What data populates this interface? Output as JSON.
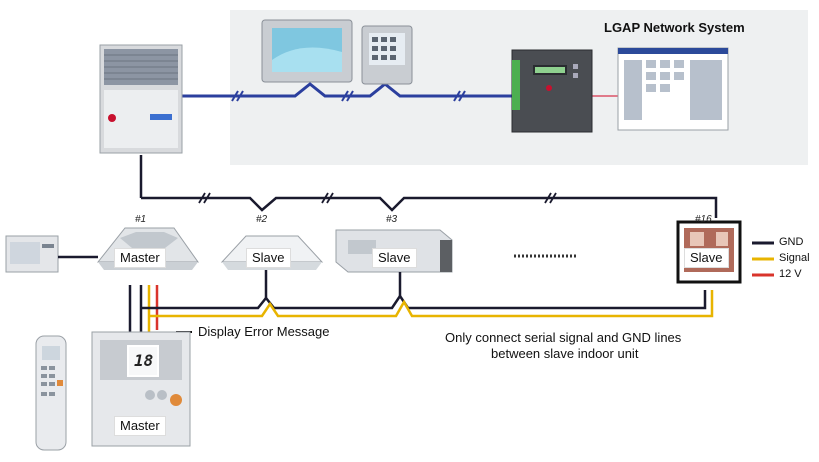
{
  "network": {
    "title": "LGAP Network System"
  },
  "units": {
    "unit1": {
      "number": "#1",
      "label": "Master"
    },
    "unit2": {
      "number": "#2",
      "label": "Slave"
    },
    "unit3": {
      "number": "#3",
      "label": "Slave"
    },
    "unit16": {
      "number": "#16",
      "label": "Slave"
    }
  },
  "controller": {
    "label": "Master",
    "display_digits": "18"
  },
  "annotations": {
    "display_error": "Display Error Message",
    "serial_note_line1": "Only connect serial signal and GND lines",
    "serial_note_line2": "between slave indoor unit"
  },
  "legend": [
    {
      "label": "GND",
      "color": "#1a1a2e"
    },
    {
      "label": "Signal",
      "color": "#e8b400"
    },
    {
      "label": "12 V",
      "color": "#d9342b"
    }
  ],
  "colors": {
    "network_line": "#2b3f9e",
    "panel_bg": "#eef0f1"
  }
}
